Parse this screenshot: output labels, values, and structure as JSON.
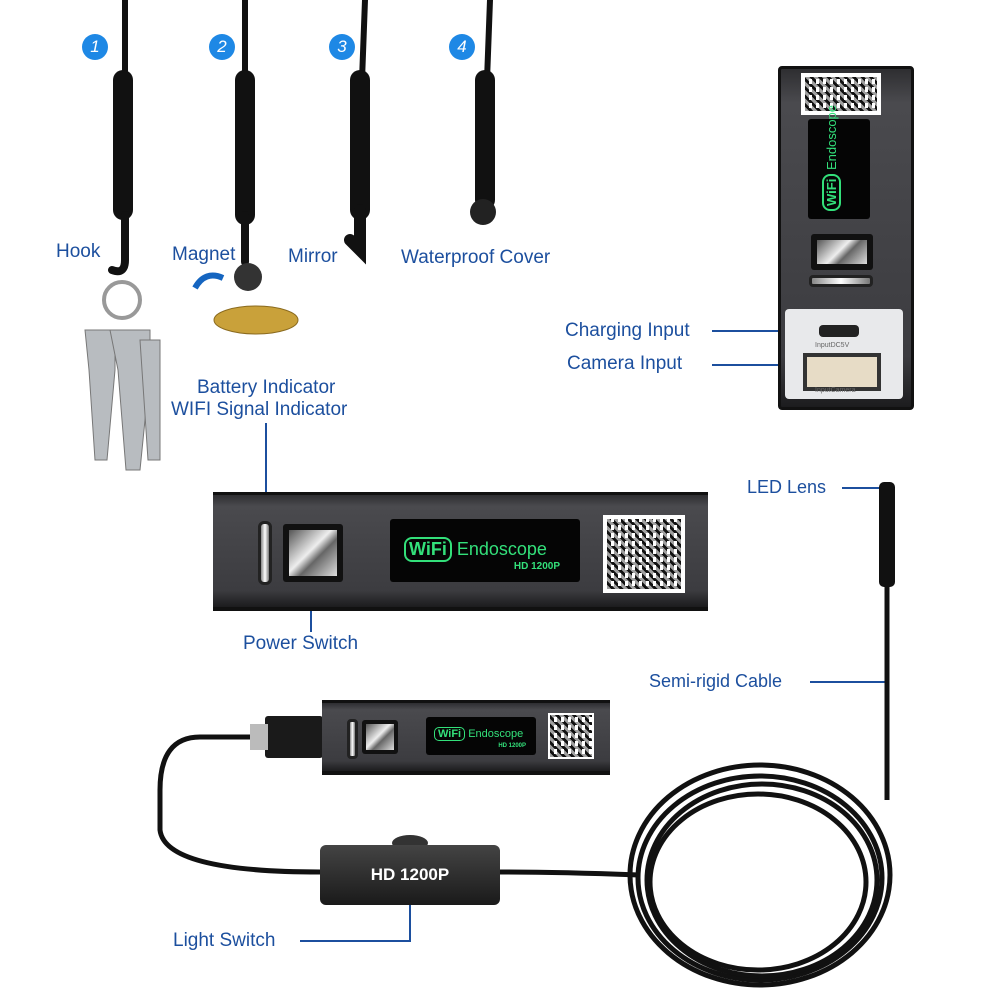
{
  "accessories": [
    {
      "number": "1",
      "label": "Hook"
    },
    {
      "number": "2",
      "label": "Magnet"
    },
    {
      "number": "3",
      "label": "Mirror"
    },
    {
      "number": "4",
      "label": "Waterproof Cover"
    }
  ],
  "callouts": {
    "charging_input": "Charging Input",
    "camera_input": "Camera Input",
    "battery_indicator": "Battery Indicator",
    "wifi_signal_indicator": "WIFI Signal Indicator",
    "power_switch": "Power Switch",
    "led_lens": "LED Lens",
    "semi_rigid_cable": "Semi-rigid Cable",
    "light_switch": "Light Switch"
  },
  "device": {
    "wifi_badge": "WiFi",
    "name": "Endoscope",
    "resolution": "HD 1200P",
    "port_dc": "InputDC5V",
    "port_camera": "InputCamera"
  },
  "cable_box_label": "HD 1200P",
  "colors": {
    "label_blue": "#1c4f9e",
    "badge_blue": "#1e88e5",
    "screen_green": "#33e07a"
  }
}
